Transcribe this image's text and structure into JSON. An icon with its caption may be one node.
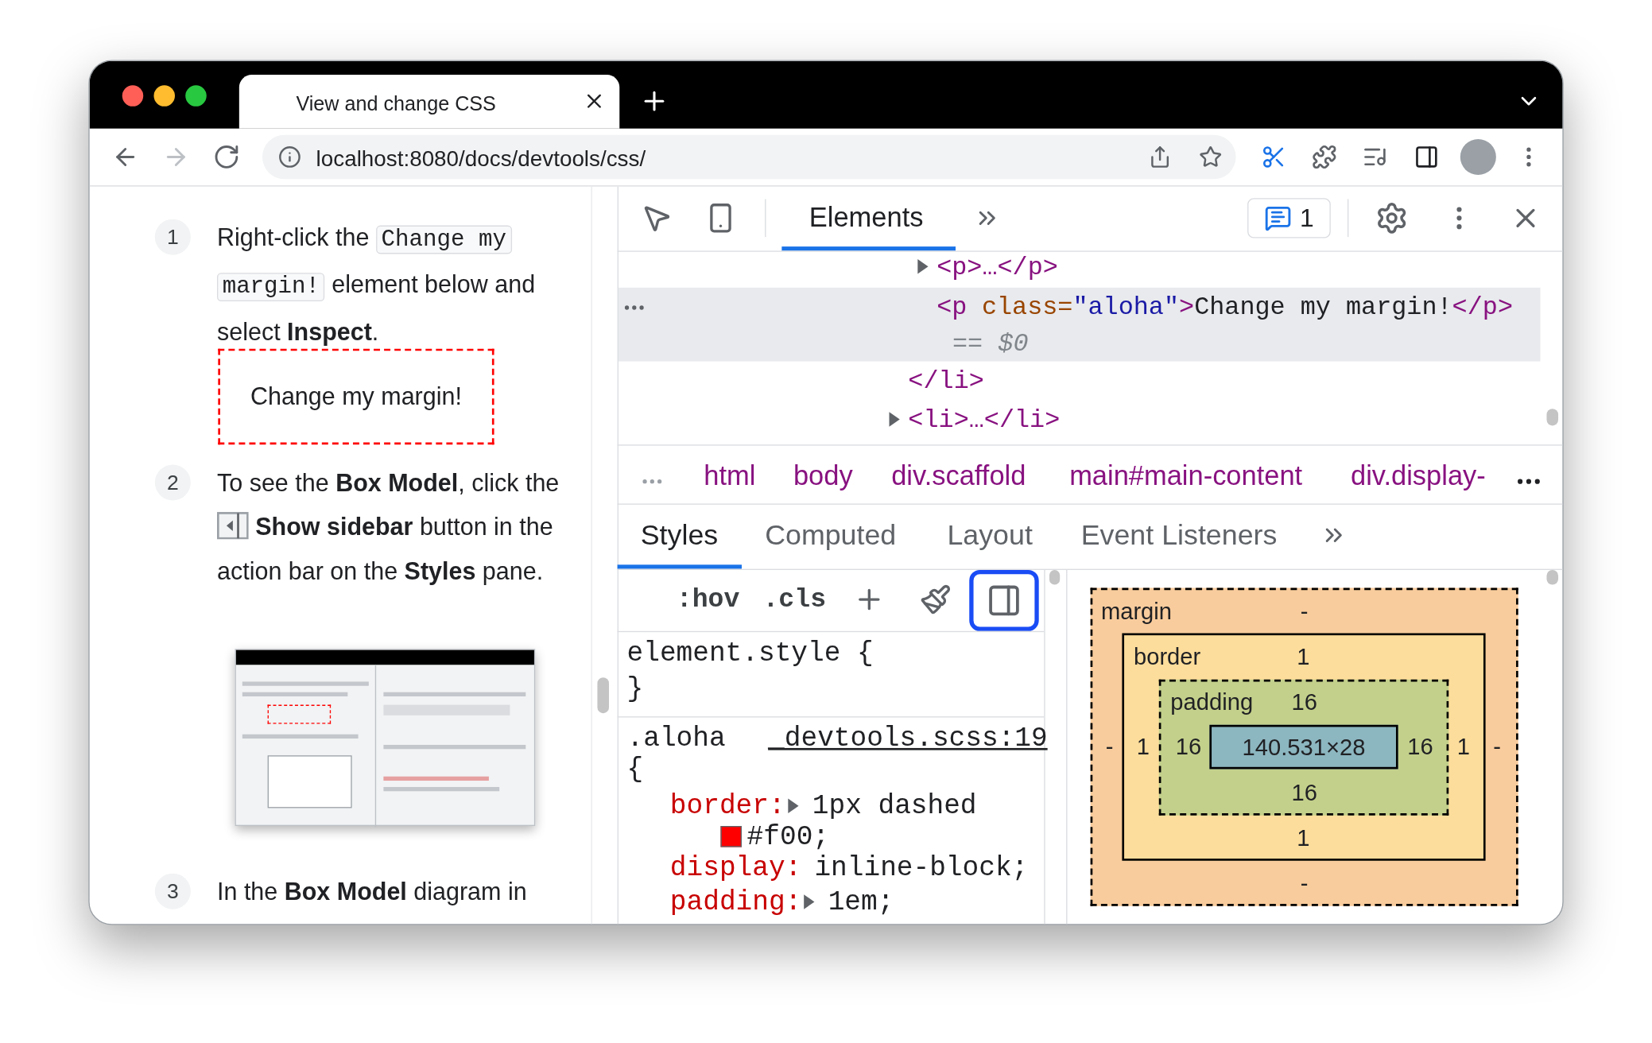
{
  "diagram": {
    "nodes": [
      {
        "text": [
          "1"
        ]
      },
      {
        "text": [
          "Change my margin!"
        ]
      },
      {
        "text": [
          "2"
        ]
      },
      {
        "text": [
          "3"
        ]
      },
      {
        "text": [
          "margin",
          "-",
          "-",
          "-",
          "-"
        ]
      },
      {
        "text": [
          "border",
          "1",
          "1",
          "1",
          "1"
        ],
        "in": 4
      },
      {
        "text": [
          "padding",
          "16",
          "16",
          "16",
          "16"
        ],
        "in": 5
      },
      {
        "text": [
          "140.531×28"
        ],
        "in": 6
      }
    ],
    "labels": [
      "View and change CSS",
      "localhost:8080/docs/devtools/css/",
      "Right-click the",
      "Change my margin!",
      "element below and select **Inspect**.",
      "To see the **Box Model**, click the",
      "**Show sidebar** button in the action bar on the **Styles** pane.",
      "In the **Box Model** diagram in",
      "Elements",
      "1",
      "<p>…</p>",
      "<p",
      "class=",
      "\"aloha\"",
      ">",
      "Change my margin!",
      "</p>",
      "== $0",
      "</li>",
      "<li>…</li>",
      "html",
      "body",
      "div.scaffold",
      "main#main-content",
      "div.display-",
      "Styles",
      "Computed",
      "Layout",
      "Event Listeners",
      ":hov",
      ".cls",
      "element.style {",
      "}",
      ".aloha",
      "_devtools.scss:19",
      "{",
      "border:",
      "1px dashed",
      "#f00;",
      "display:",
      "inline-block;",
      "padding:",
      "1em;"
    ]
  }
}
